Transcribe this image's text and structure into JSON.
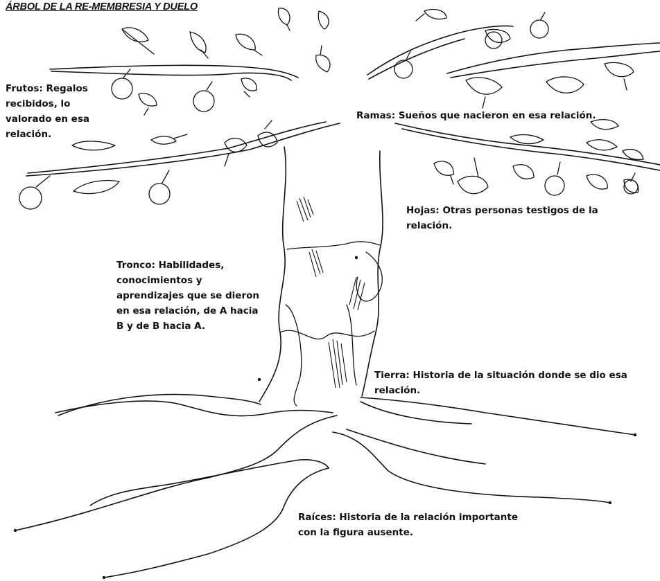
{
  "title": "ÁRBOL DE LA RE-MEMBRESIA Y DUELO",
  "labels": {
    "frutos": "Frutos: Regalos\nrecibidos, lo\nvalorado en esa\nrelación.",
    "ramas": "Ramas: Sueños que nacieron en esa relación.",
    "hojas": "Hojas: Otras personas testigos de la\nrelación.",
    "tronco": "Tronco: Habilidades,\nconocimientos y\naprendizajes que se dieron\nen esa relación, de A hacia\nB y de B hacia A.",
    "tierra": "Tierra: Historia de la situación donde se dio esa\nrelación.",
    "raices": "Raíces: Historia de la relación importante\ncon la figura ausente."
  }
}
